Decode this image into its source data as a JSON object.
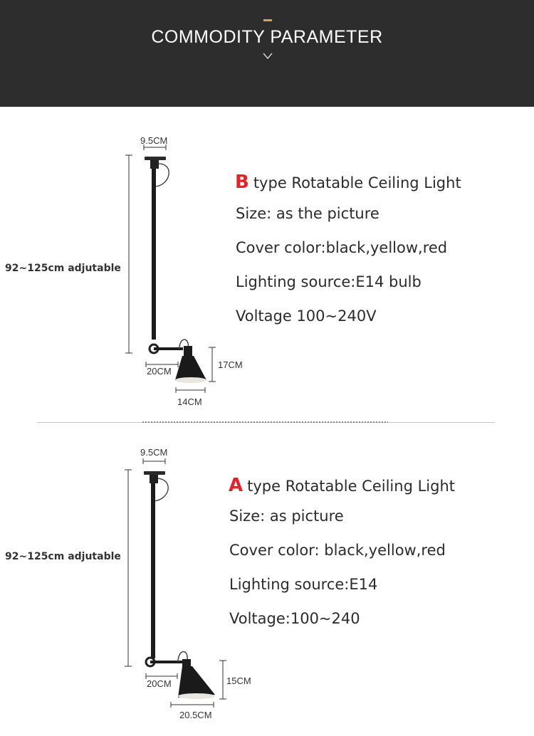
{
  "header": {
    "title": "COMMODITY PARAMETER"
  },
  "product_b": {
    "letter": "B",
    "title": "type Rotatable Ceiling Light",
    "size": "Size: as the picture",
    "cover_color": "Cover color:black,yellow,red",
    "lighting_source": "Lighting source:E14 bulb",
    "voltage": "Voltage 100~240V",
    "dims": {
      "base": "9.5CM",
      "height": "92~125cm adjutable",
      "arm": "20CM",
      "shade_height": "17CM",
      "shade_width": "14CM"
    }
  },
  "product_a": {
    "letter": "A",
    "title": "type Rotatable Ceiling Light",
    "size": "Size: as picture",
    "cover_color": "Cover color: black,yellow,red",
    "lighting_source": "Lighting source:E14",
    "voltage": "Voltage:100~240",
    "dims": {
      "base": "9.5CM",
      "height": "92~125cm adjutable",
      "arm": "20CM",
      "shade_height": "15CM",
      "shade_width": "20.5CM"
    }
  },
  "colors": {
    "header_bg": "#2d2d2d",
    "accent": "#d9a34a",
    "letter_red": "#e8202a"
  }
}
